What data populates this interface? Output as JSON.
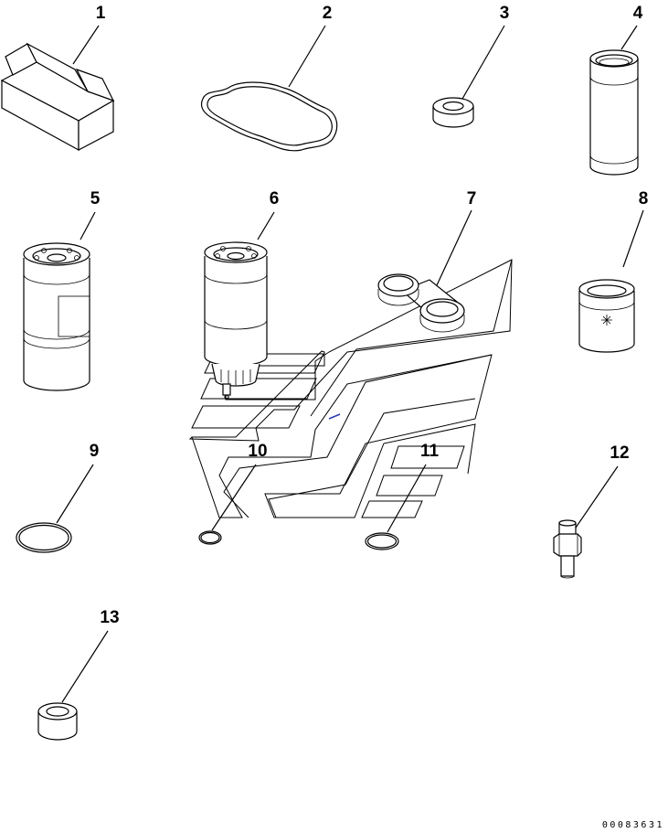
{
  "diagram": {
    "callouts": [
      "1",
      "2",
      "3",
      "4",
      "5",
      "6",
      "7",
      "8",
      "9",
      "10",
      "11",
      "12",
      "13"
    ],
    "drawing_code": "00083631"
  }
}
